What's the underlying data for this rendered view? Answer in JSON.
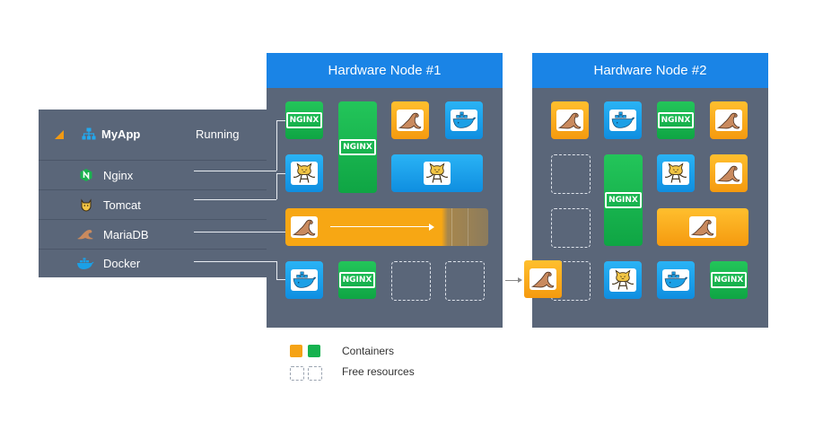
{
  "nodes": [
    {
      "title": "Hardware Node #1"
    },
    {
      "title": "Hardware Node #2"
    }
  ],
  "app": {
    "name": "MyApp",
    "status": "Running",
    "components": [
      {
        "label": "Nginx",
        "icon": "nginx-icon"
      },
      {
        "label": "Tomcat",
        "icon": "tomcat-icon"
      },
      {
        "label": "MariaDB",
        "icon": "mariadb-icon"
      },
      {
        "label": "Docker",
        "icon": "docker-icon"
      }
    ]
  },
  "tiles": {
    "nginx_text": "NGINX"
  },
  "legend": {
    "containers": "Containers",
    "free": "Free resources"
  },
  "colors": {
    "node_header": "#1a84e6",
    "panel": "#5a6679",
    "orange": "#f5a316",
    "green": "#16b24f",
    "blue": "#1a9fea"
  }
}
